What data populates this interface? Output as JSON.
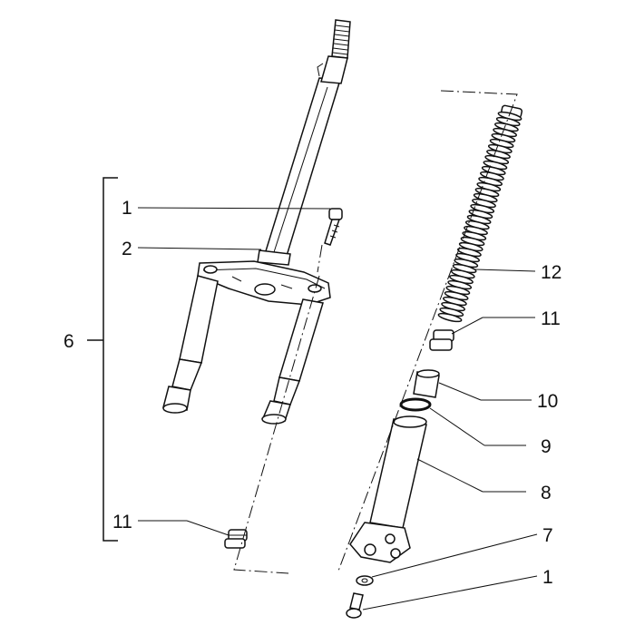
{
  "diagram": {
    "callouts": {
      "c1_top": "1",
      "c2": "2",
      "c6": "6",
      "c11_left": "11",
      "c12": "12",
      "c11_right": "11",
      "c10": "10",
      "c9": "9",
      "c8": "8",
      "c7": "7",
      "c1_bottom": "1"
    },
    "colors": {
      "ink": "#111111",
      "paper": "#ffffff"
    }
  }
}
